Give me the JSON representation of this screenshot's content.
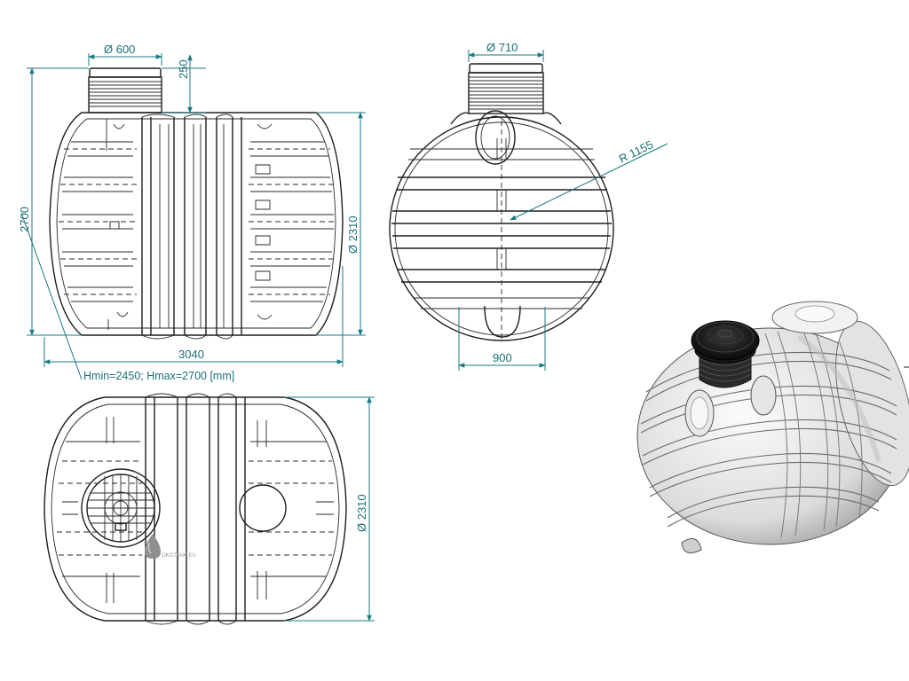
{
  "dimensions": {
    "top_neck_diameter": "Ø 600",
    "neck_height": "250",
    "total_height": "2700",
    "body_height_side": "Ø 2310",
    "length": "3040",
    "height_note": "Hmin=2450; Hmax=2700 [mm]",
    "front_neck_diameter": "Ø 710",
    "radius": "R 1155",
    "bottom_width": "900",
    "plan_width": "Ø 2310"
  },
  "watermark": "OKOTANK.EU",
  "colors": {
    "dimension": "#1a7a80",
    "line": "#1e1e1e",
    "tank_render": "#ececec",
    "cover": "#111111"
  }
}
